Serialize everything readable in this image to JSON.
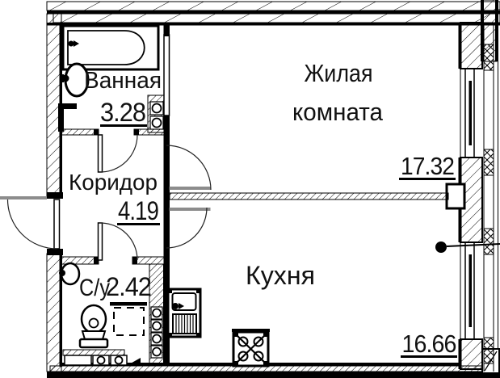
{
  "rooms": {
    "bathroom": {
      "label": "Ванная",
      "area": "3.28"
    },
    "living": {
      "label_line1": "Жилая",
      "label_line2": "комната",
      "area": "17.32"
    },
    "corridor": {
      "label": "Коридор",
      "area": "4.19"
    },
    "wc": {
      "label": "С/у",
      "area": "2.42"
    },
    "kitchen": {
      "label": "Кухня",
      "area": "16.66"
    }
  },
  "colors": {
    "line": "#000000",
    "background": "#ffffff",
    "open_door": "#8c8c8c"
  }
}
